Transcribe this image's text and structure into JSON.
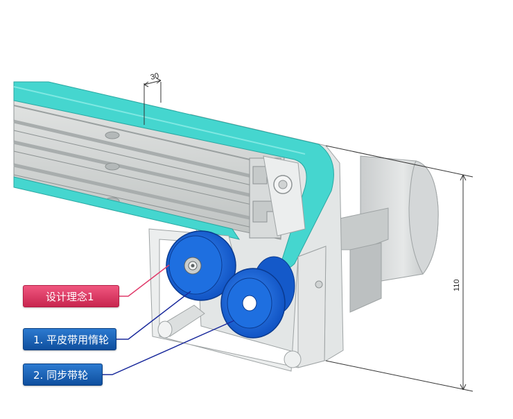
{
  "dimension_top": "30",
  "dimension_right": "110",
  "labels": {
    "concept": "设计理念1",
    "item1": "1. 平皮带用惰轮",
    "item2": "2. 同步带轮"
  },
  "colors": {
    "belt": "#45d6cf",
    "pulley": "#1e6fe0",
    "concept_tag": "#d8345f",
    "item_tag": "#1a62b8",
    "item1_leader": "#1a2a9c",
    "item2_leader": "#1a2a9c",
    "concept_leader": "#e03a6a"
  }
}
